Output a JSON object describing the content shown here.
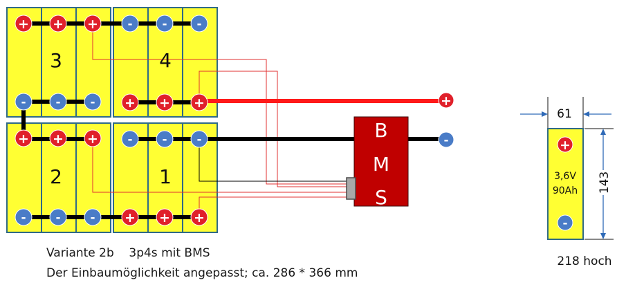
{
  "modules": [
    {
      "number": "3",
      "top_polarity": [
        "+",
        "+",
        "+"
      ],
      "bottom_polarity": [
        "-",
        "-",
        "-"
      ]
    },
    {
      "number": "4",
      "top_polarity": [
        "-",
        "-",
        "-"
      ],
      "bottom_polarity": [
        "+",
        "+",
        "+"
      ]
    },
    {
      "number": "2",
      "top_polarity": [
        "+",
        "+",
        "+"
      ],
      "bottom_polarity": [
        "-",
        "-",
        "-"
      ]
    },
    {
      "number": "1",
      "top_polarity": [
        "-",
        "-",
        "-"
      ],
      "bottom_polarity": [
        "+",
        "+",
        "+"
      ]
    }
  ],
  "bms": {
    "label": [
      "B",
      "M",
      "S"
    ]
  },
  "output": {
    "plus": "+",
    "minus": "-"
  },
  "cell_detail": {
    "width": "61",
    "height": "143",
    "voltage": "3,6V",
    "capacity": "90Ah",
    "depth": "218 hoch",
    "plus": "+",
    "minus": "-"
  },
  "caption": {
    "line1": "Variante 2b    3p4s mit BMS",
    "line2": "Der Einbaumöglichkeit angepasst; ca. 286 * 366 mm"
  },
  "colors": {
    "cell_fill": "#ffff33",
    "cell_border": "#2f6a88",
    "plus_terminal": "#e0202a",
    "minus_terminal": "#4a7cc7",
    "bms_fill": "#c00000",
    "busbar": "#000000",
    "positive_lead": "#ff1a1a",
    "sense_wire": "#e03030",
    "arrow": "#2f6ab7"
  }
}
